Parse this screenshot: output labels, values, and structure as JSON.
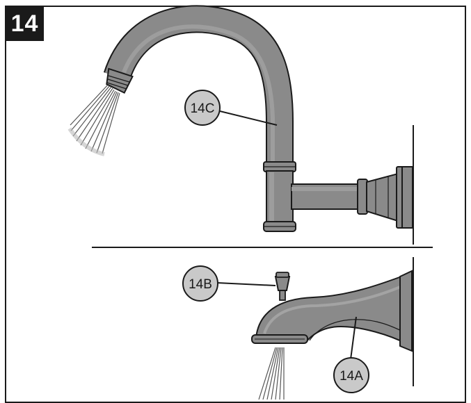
{
  "step": {
    "number": "14"
  },
  "callouts": {
    "gooseneck_spout": "14C",
    "diverter_knob": "14B",
    "tub_spout": "14A"
  },
  "colors": {
    "metal_fill": "#8a8a8a",
    "metal_highlight": "#a3a3a3",
    "metal_shadow": "#6e6e6e",
    "outline": "#1a1a1a",
    "callout_fill": "#c9c9c9",
    "badge_fill": "#1a1a1a",
    "badge_text": "#ffffff"
  }
}
